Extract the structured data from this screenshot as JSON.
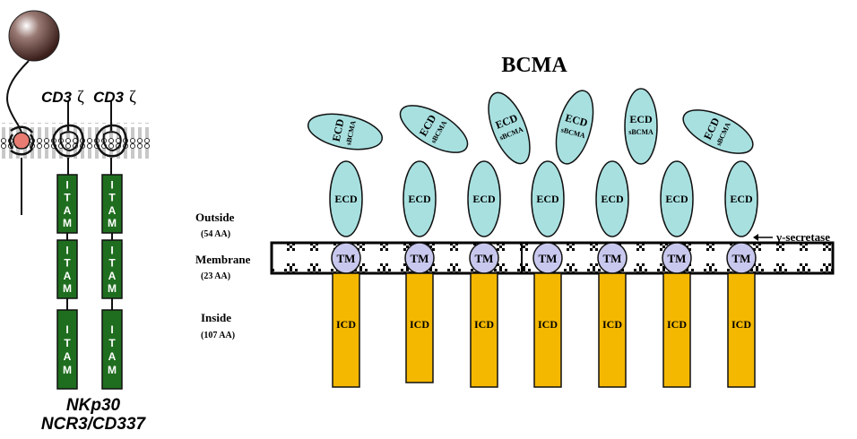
{
  "left_panel": {
    "chain_labels": [
      "CD3",
      "CD3"
    ],
    "zeta_symbol": "ζ",
    "itam_label": "ITAM",
    "receptor_name": "NKp30",
    "receptor_alias": "NCR3/CD337",
    "colors": {
      "itam_fill": "#1f6e1f",
      "receptor_core": "#e87c72",
      "ligand_ball": "#5a3a34"
    }
  },
  "right_panel": {
    "title": "BCMA",
    "regions": [
      {
        "name": "Outside",
        "length": "(54 AA)"
      },
      {
        "name": "Membrane",
        "length": "(23 AA)"
      },
      {
        "name": "Inside",
        "length": "(107 AA)"
      }
    ],
    "domain_labels": {
      "ecd": "ECD",
      "tm": "TM",
      "icd": "ICD",
      "soluble": "sBCMA"
    },
    "protease_label": "γ-secretase",
    "receptor_count": 7,
    "shed_count": 6,
    "colors": {
      "ecd_fill": "#a8e0e0",
      "tm_fill": "#c8c8ee",
      "icd_fill": "#f4b800"
    }
  }
}
